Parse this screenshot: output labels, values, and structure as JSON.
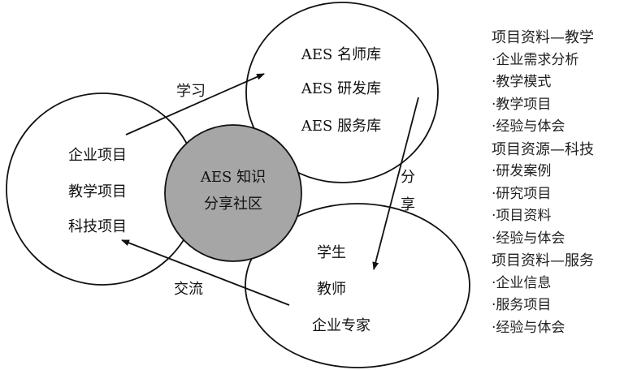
{
  "circles": {
    "top": [
      "AES 名师库",
      "AES 研发库",
      "AES 服务库"
    ],
    "left": [
      "企业项目",
      "教学项目",
      "科技项目"
    ],
    "center": [
      "AES 知识",
      "分享社区"
    ],
    "bottom": [
      "学生",
      "教师",
      "企业专家"
    ]
  },
  "arrows": {
    "learn": "学习",
    "share": [
      "分",
      "享"
    ],
    "exchange": "交流"
  },
  "colors": {
    "center_fill": "#a6a6a6",
    "stroke": "#111111"
  },
  "list": [
    {
      "text": "项目资料—教学",
      "type": "heading"
    },
    {
      "text": "·企业需求分析",
      "type": "item"
    },
    {
      "text": "·教学模式",
      "type": "item"
    },
    {
      "text": "·教学项目",
      "type": "item"
    },
    {
      "text": "·经验与体会",
      "type": "item"
    },
    {
      "text": "项目资源—科技",
      "type": "heading"
    },
    {
      "text": "·研发案例",
      "type": "item"
    },
    {
      "text": "·研究项目",
      "type": "item"
    },
    {
      "text": "·项目资料",
      "type": "item"
    },
    {
      "text": "·经验与体会",
      "type": "item"
    },
    {
      "text": "项目资料—服务",
      "type": "heading"
    },
    {
      "text": "·企业信息",
      "type": "item"
    },
    {
      "text": "·服务项目",
      "type": "item"
    },
    {
      "text": "·经验与体会",
      "type": "item"
    }
  ]
}
